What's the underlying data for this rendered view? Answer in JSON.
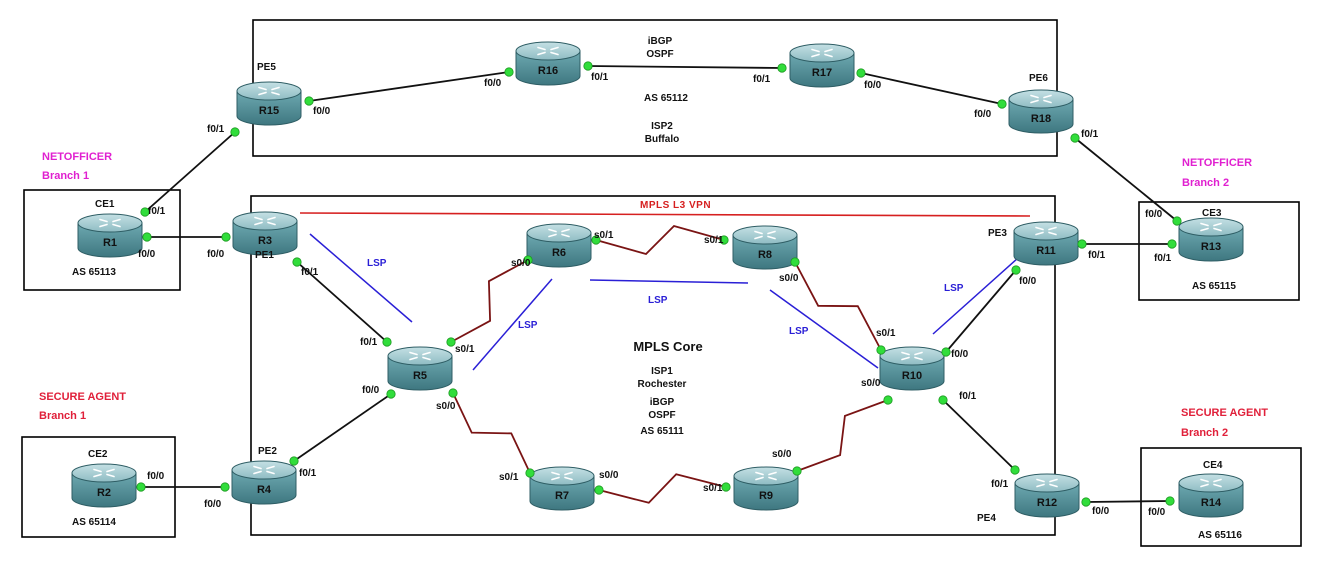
{
  "colors": {
    "router_body": "#5e9aa3",
    "router_top": "#9fc7cd",
    "ethernet_link": "#111111",
    "serial_link": "#7a1414",
    "lsp": "#2a1fd6",
    "vpn": "#d62020",
    "port": "#31dd3b",
    "netofficer": "#e020d0",
    "secure_agent": "#e0203a"
  },
  "isp2": {
    "lines": [
      "iBGP",
      "OSPF"
    ],
    "as": "AS 65112",
    "name_lines": [
      "ISP2",
      "Buffalo"
    ]
  },
  "isp1": {
    "title": "MPLS Core",
    "name_lines": [
      "ISP1",
      "Rochester"
    ],
    "protocols": [
      "iBGP",
      "OSPF"
    ],
    "as": "AS 65111",
    "vpn_label": "MPLS L3 VPN"
  },
  "branches": {
    "netofficer_1": [
      "NETOFFICER",
      "Branch 1"
    ],
    "netofficer_2": [
      "NETOFFICER",
      "Branch 2"
    ],
    "secure_1": [
      "SECURE AGENT",
      "Branch 1"
    ],
    "secure_2": [
      "SECURE AGENT",
      "Branch 2"
    ]
  },
  "sites": {
    "ce1": {
      "title": "CE1",
      "as": "AS 65113"
    },
    "ce2": {
      "title": "CE2",
      "as": "AS 65114"
    },
    "ce3": {
      "title": "CE3",
      "as": "AS 65115"
    },
    "ce4": {
      "title": "CE4",
      "as": "AS 65116"
    }
  },
  "pe_labels": {
    "pe1": "PE1",
    "pe2": "PE2",
    "pe3": "PE3",
    "pe4": "PE4",
    "pe5": "PE5",
    "pe6": "PE6"
  },
  "routers": [
    {
      "id": "R1"
    },
    {
      "id": "R2"
    },
    {
      "id": "R3"
    },
    {
      "id": "R4"
    },
    {
      "id": "R5"
    },
    {
      "id": "R6"
    },
    {
      "id": "R7"
    },
    {
      "id": "R8"
    },
    {
      "id": "R9"
    },
    {
      "id": "R10"
    },
    {
      "id": "R11"
    },
    {
      "id": "R12"
    },
    {
      "id": "R13"
    },
    {
      "id": "R14"
    },
    {
      "id": "R15"
    },
    {
      "id": "R16"
    },
    {
      "id": "R17"
    },
    {
      "id": "R18"
    }
  ],
  "links": [
    {
      "from": "R15",
      "to": "R16",
      "type": "ethernet",
      "from_if": "f0/0",
      "to_if": "f0/0"
    },
    {
      "from": "R16",
      "to": "R17",
      "type": "ethernet",
      "from_if": "f0/1",
      "to_if": "f0/1"
    },
    {
      "from": "R17",
      "to": "R18",
      "type": "ethernet",
      "from_if": "f0/0",
      "to_if": "f0/0"
    },
    {
      "from": "R1",
      "to": "R15",
      "type": "ethernet",
      "from_if": "f0/1",
      "to_if": "f0/1"
    },
    {
      "from": "R18",
      "to": "R13",
      "type": "ethernet",
      "from_if": "f0/1",
      "to_if": "f0/0"
    },
    {
      "from": "R1",
      "to": "R3",
      "type": "ethernet",
      "from_if": "f0/0",
      "to_if": "f0/0"
    },
    {
      "from": "R3",
      "to": "R5",
      "type": "ethernet",
      "from_if": "f0/1",
      "to_if": "f0/1"
    },
    {
      "from": "R2",
      "to": "R4",
      "type": "ethernet",
      "from_if": "f0/0",
      "to_if": "f0/0"
    },
    {
      "from": "R4",
      "to": "R5",
      "type": "ethernet",
      "from_if": "f0/1",
      "to_if": "f0/0"
    },
    {
      "from": "R5",
      "to": "R6",
      "type": "serial",
      "from_if": "s0/1",
      "to_if": "s0/0"
    },
    {
      "from": "R5",
      "to": "R7",
      "type": "serial",
      "from_if": "s0/0",
      "to_if": "s0/1"
    },
    {
      "from": "R6",
      "to": "R8",
      "type": "serial",
      "from_if": "s0/1",
      "to_if": "s0/1"
    },
    {
      "from": "R7",
      "to": "R9",
      "type": "serial",
      "from_if": "s0/0",
      "to_if": "s0/1"
    },
    {
      "from": "R8",
      "to": "R10",
      "type": "serial",
      "from_if": "s0/0",
      "to_if": "s0/1"
    },
    {
      "from": "R9",
      "to": "R10",
      "type": "serial",
      "from_if": "s0/0",
      "to_if": "s0/0"
    },
    {
      "from": "R10",
      "to": "R11",
      "type": "ethernet",
      "from_if": "f0/0",
      "to_if": "f0/0"
    },
    {
      "from": "R10",
      "to": "R12",
      "type": "ethernet",
      "from_if": "f0/1",
      "to_if": "f0/1"
    },
    {
      "from": "R11",
      "to": "R13",
      "type": "ethernet",
      "from_if": "f0/1",
      "to_if": "f0/1"
    },
    {
      "from": "R12",
      "to": "R14",
      "type": "ethernet",
      "from_if": "f0/0",
      "to_if": "f0/0"
    }
  ],
  "lsp_label": "LSP"
}
